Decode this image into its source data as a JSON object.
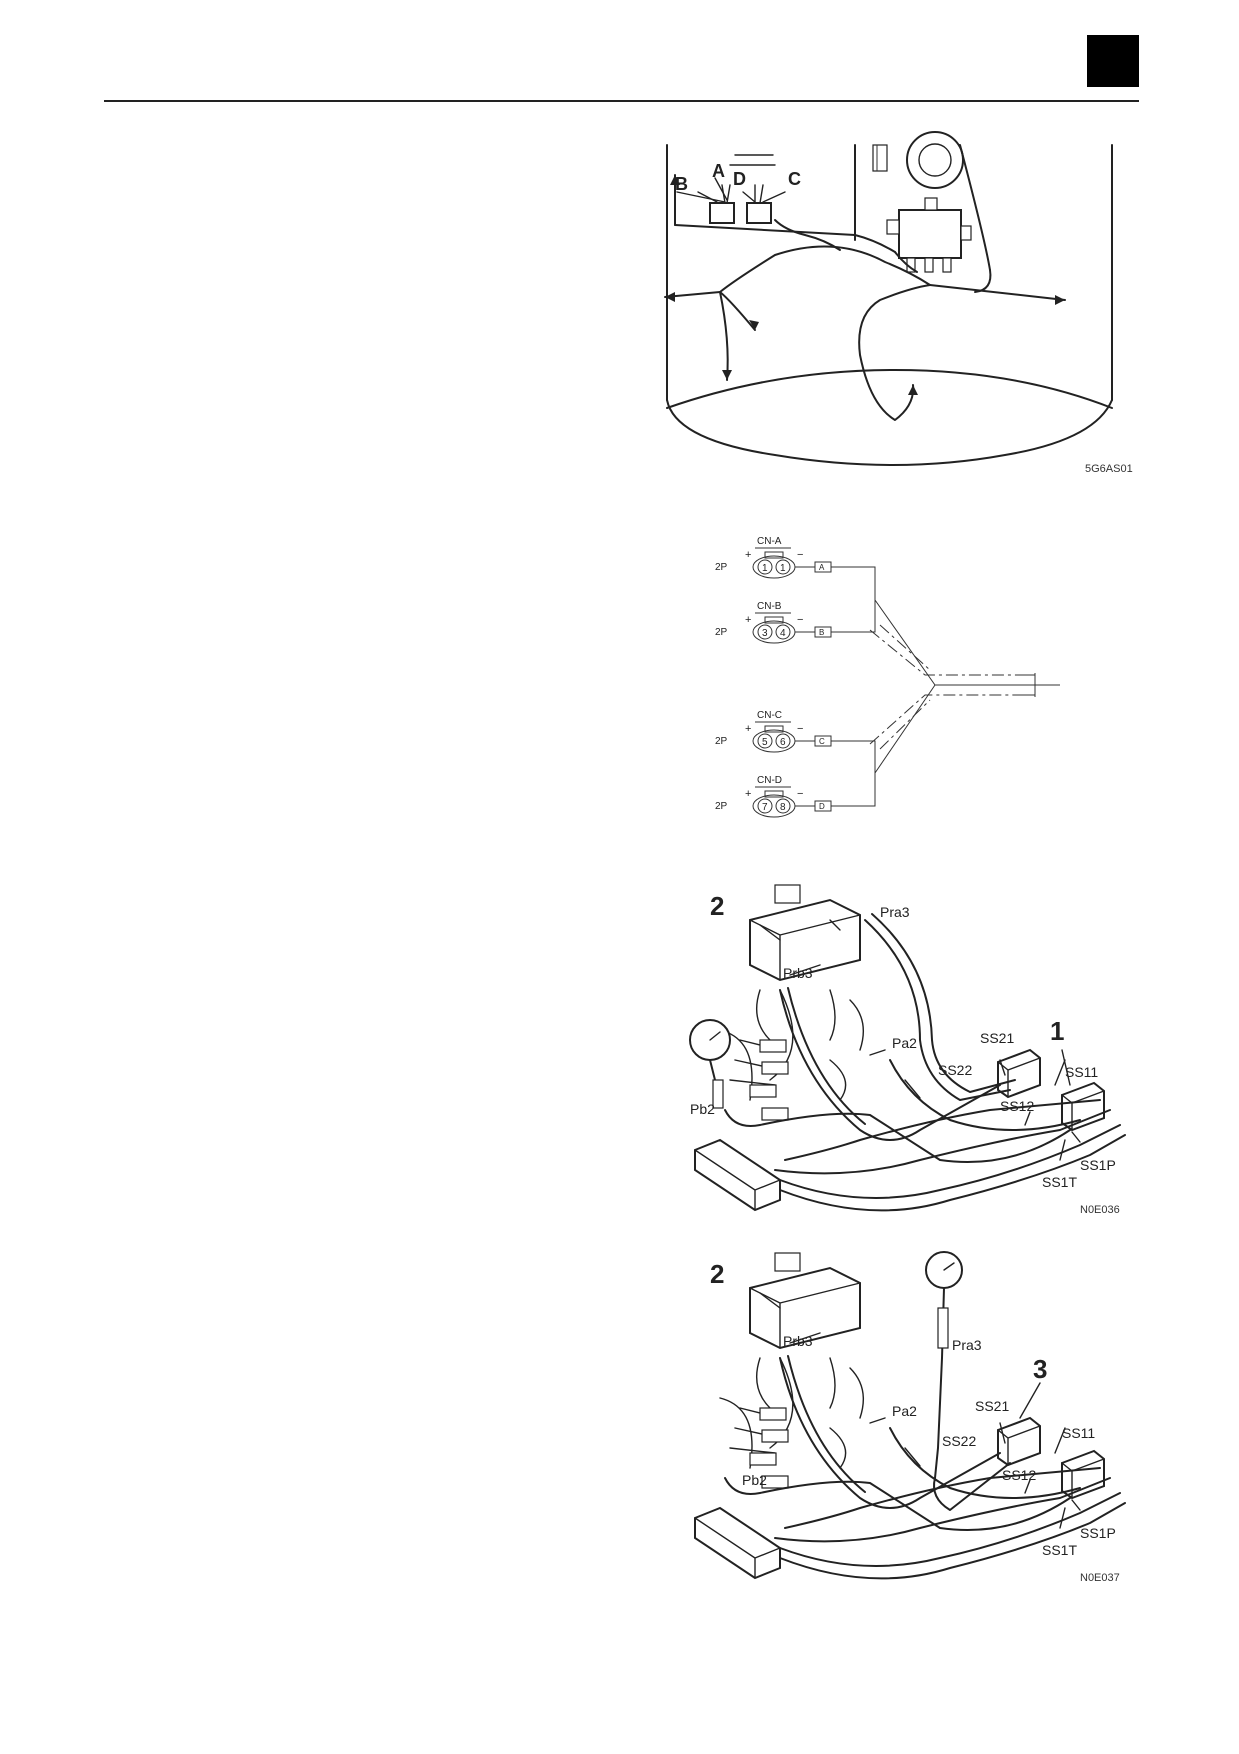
{
  "fig1": {
    "labels": [
      "A",
      "B",
      "D",
      "C"
    ],
    "code": "5G6AS01"
  },
  "fig2": {
    "connectors": [
      {
        "name": "CN-A",
        "pins": [
          "1",
          "1"
        ],
        "type": "2P",
        "wire": "A"
      },
      {
        "name": "CN-B",
        "pins": [
          "3",
          "4"
        ],
        "type": "2P",
        "wire": "B"
      },
      {
        "name": "CN-C",
        "pins": [
          "5",
          "6"
        ],
        "type": "2P",
        "wire": "C"
      },
      {
        "name": "CN-D",
        "pins": [
          "7",
          "8"
        ],
        "type": "2P",
        "wire": "D"
      }
    ],
    "plus": "+",
    "minus": "−"
  },
  "fig3": {
    "callouts": [
      "2",
      "1"
    ],
    "ports": [
      "Pra3",
      "Prb3",
      "Pa2",
      "SS21",
      "SS22",
      "SS11",
      "SS12",
      "SS1P",
      "SS1T",
      "Pb2"
    ],
    "code": "N0E036"
  },
  "fig4": {
    "callouts": [
      "2",
      "3"
    ],
    "ports": [
      "Prb3",
      "Pra3",
      "SS21",
      "Pa2",
      "SS22",
      "SS11",
      "SS12",
      "SS1P",
      "SS1T",
      "Pb2"
    ],
    "code": "N0E037"
  }
}
